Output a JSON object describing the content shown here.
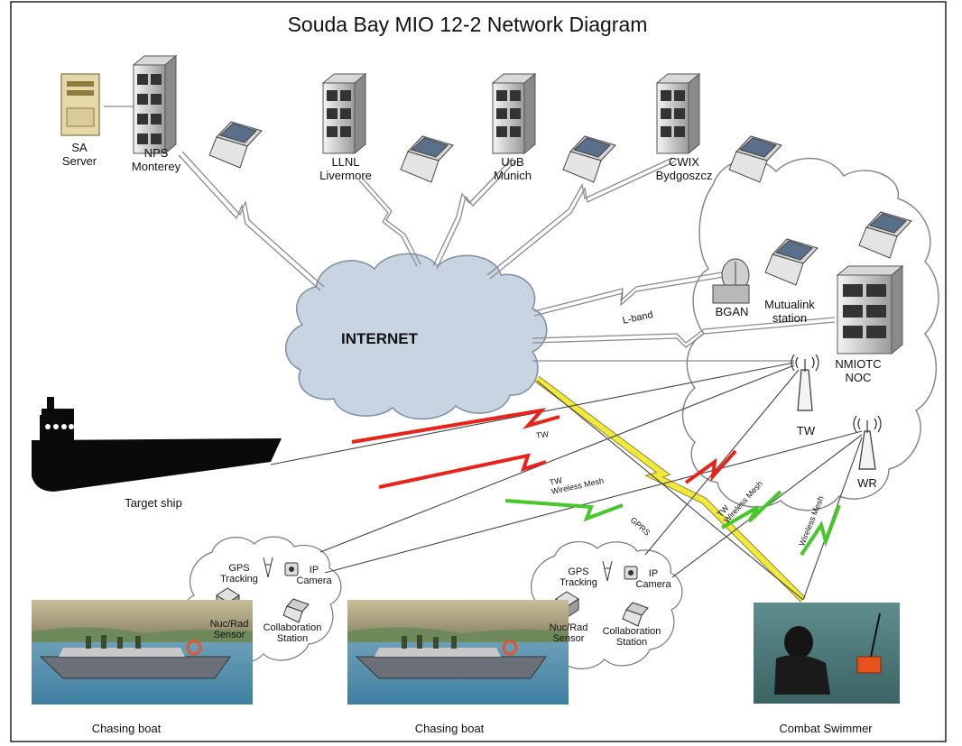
{
  "title": "Souda Bay MIO 12-2 Network Diagram",
  "cloud": {
    "internet": "INTERNET"
  },
  "sites": [
    {
      "line1": "SA",
      "line2": "Server"
    },
    {
      "line1": "NPS",
      "line2": "Monterey"
    },
    {
      "line1": "LLNL",
      "line2": "Livermore"
    },
    {
      "line1": "UoB",
      "line2": "Munich"
    },
    {
      "line1": "CWIX",
      "line2": "Bydgoszcz"
    }
  ],
  "noc": {
    "bgan": "BGAN",
    "mutualink": [
      "Mutualink",
      "station"
    ],
    "nmiotc": [
      "NMIOTC",
      "NOC"
    ],
    "tw": "TW",
    "wr": "WR"
  },
  "link_labels": {
    "lband": "L-band",
    "tw": "TW",
    "tw_wireless_mesh": [
      "TW",
      "Wireless Mesh"
    ],
    "gprs": "GPRS",
    "tw_wm2": [
      "TW",
      "Wireless Mesh"
    ],
    "wireless_mesh": "Wireless Mesh"
  },
  "boat_kit": {
    "gps": [
      "GPS",
      "Tracking"
    ],
    "ip": [
      "IP",
      "Camera"
    ],
    "nucrad": [
      "Nuc/Rad",
      "Sensor"
    ],
    "collab": [
      "Collaboration",
      "Station"
    ]
  },
  "captions": {
    "target_ship": "Target ship",
    "chasing_boat_1": "Chasing boat",
    "chasing_boat_2": "Chasing boat",
    "combat_swimmer": "Combat Swimmer"
  },
  "colors": {
    "tw_link": "#e8241a",
    "mesh_link": "#46c82a",
    "gprs_link": "#f2e93a",
    "cloud_fill": "#c9d4e3",
    "cloud_stroke": "#7d8ea6"
  }
}
